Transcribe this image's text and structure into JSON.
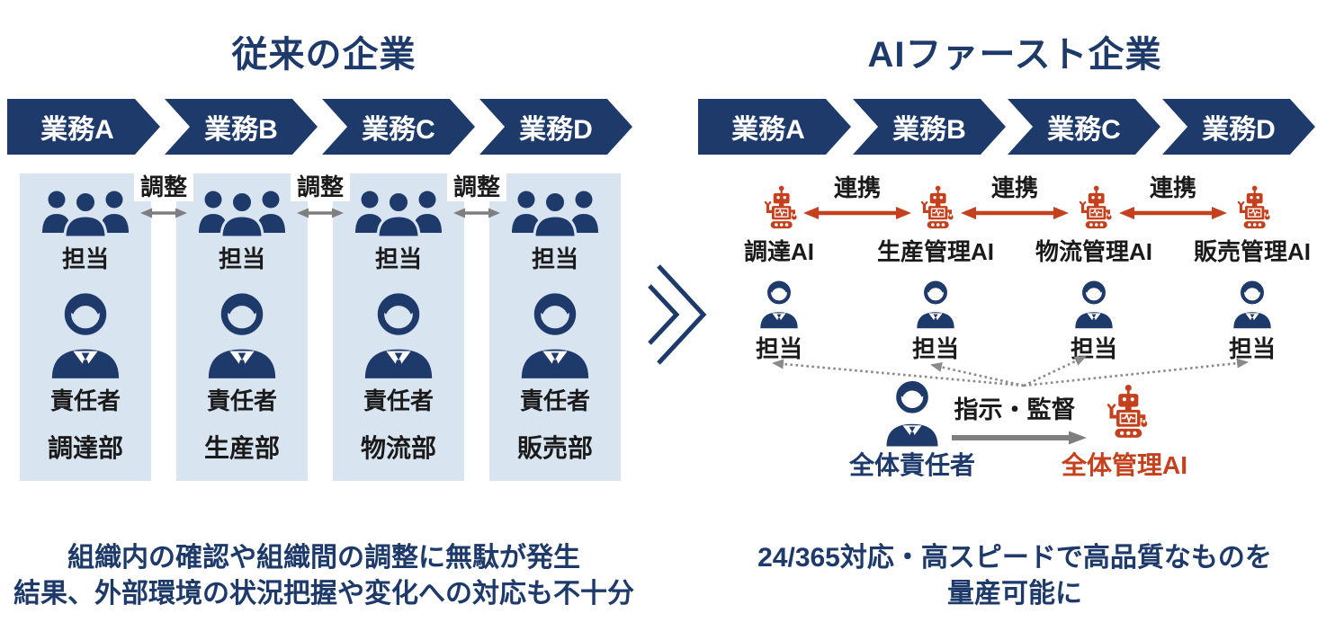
{
  "colors": {
    "navy": "#1d3a6b",
    "panel_column_bg": "#d9e4f1",
    "accent_red": "#c5411d",
    "arrow_gray": "#7f7f7f",
    "label_black": "#1a1a1a"
  },
  "left_panel": {
    "title": "従来の企業",
    "process_steps": [
      "業務A",
      "業務B",
      "業務C",
      "業務D"
    ],
    "coordination_label": "調整",
    "staff_label": "担当",
    "manager_label": "責任者",
    "departments": [
      "調達部",
      "生産部",
      "物流部",
      "販売部"
    ],
    "caption_lines": [
      "組織内の確認や組織間の調整に無駄が発生",
      "結果、外部環境の状況把握や変化への対応も不十分"
    ]
  },
  "right_panel": {
    "title": "AIファースト企業",
    "process_steps": [
      "業務A",
      "業務B",
      "業務C",
      "業務D"
    ],
    "link_label": "連携",
    "ai_agents": [
      "調達AI",
      "生産管理AI",
      "物流管理AI",
      "販売管理AI"
    ],
    "staff_label": "担当",
    "overall_manager_label": "全体責任者",
    "supervision_label": "指示・監督",
    "overall_ai_label": "全体管理AI",
    "caption_lines": [
      "24/365対応・高スピードで高品質なものを",
      "量産可能に"
    ]
  }
}
